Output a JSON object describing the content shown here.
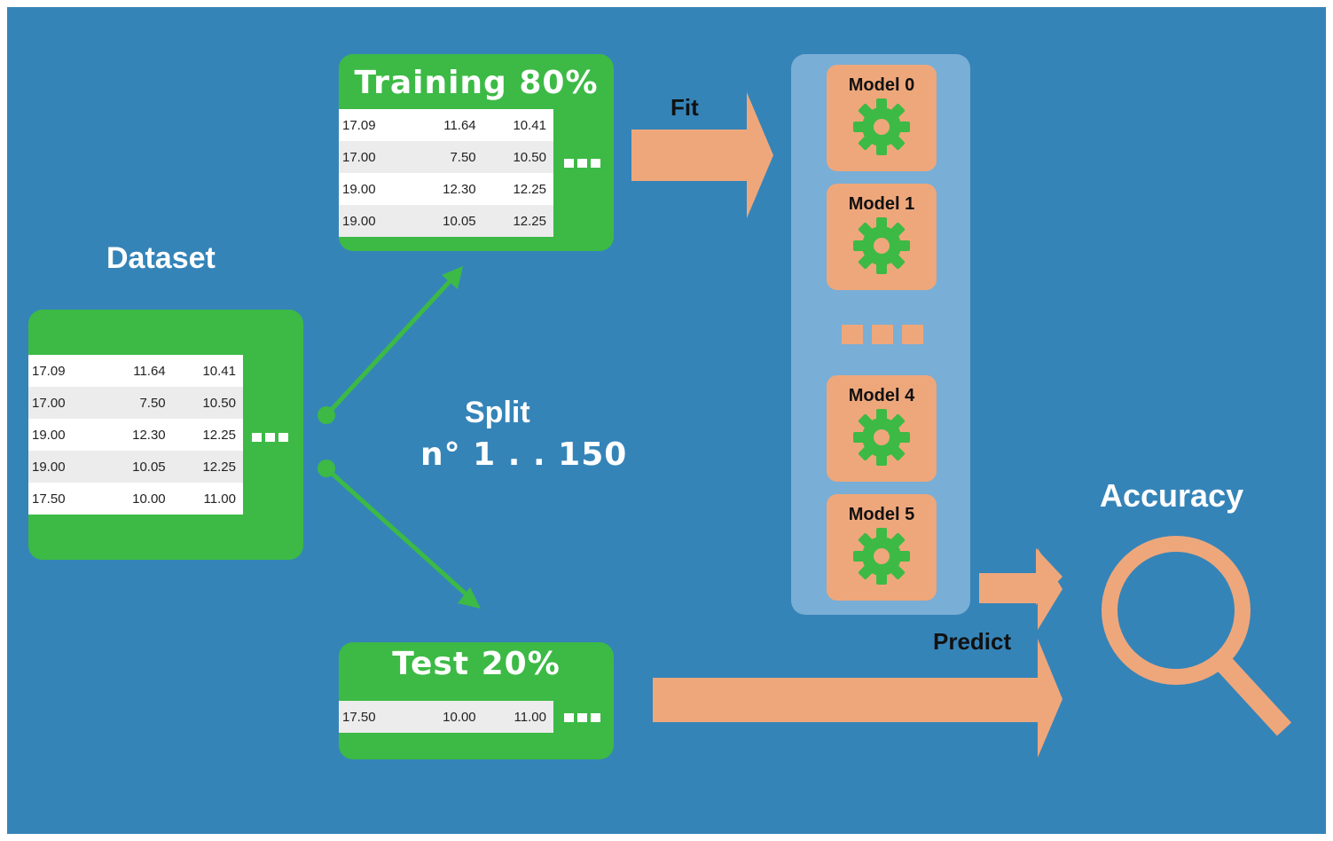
{
  "dataset": {
    "title": "Dataset",
    "rows": [
      [
        "17.09",
        "11.64",
        "10.41"
      ],
      [
        "17.00",
        "7.50",
        "10.50"
      ],
      [
        "19.00",
        "12.30",
        "12.25"
      ],
      [
        "19.00",
        "10.05",
        "12.25"
      ],
      [
        "17.50",
        "10.00",
        "11.00"
      ]
    ]
  },
  "split": {
    "label": "Split",
    "range": "n° 1 . . 150"
  },
  "training": {
    "title": "Training 80%",
    "rows": [
      [
        "17.09",
        "11.64",
        "10.41"
      ],
      [
        "17.00",
        "7.50",
        "10.50"
      ],
      [
        "19.00",
        "12.30",
        "12.25"
      ],
      [
        "19.00",
        "10.05",
        "12.25"
      ]
    ]
  },
  "test": {
    "title": "Test 20%",
    "rows": [
      [
        "17.50",
        "10.00",
        "11.00"
      ]
    ]
  },
  "fit_label": "Fit",
  "predict_label": "Predict",
  "accuracy_label": "Accuracy",
  "models": [
    "Model 0",
    "Model 1",
    "Model 4",
    "Model 5"
  ],
  "colors": {
    "background": "#3584b8",
    "green": "#3cba45",
    "orange": "#eea77b",
    "panel": "#79aed6",
    "gear": "#3cba45"
  },
  "icons": {
    "model_icon": "gear-icon",
    "accuracy_icon": "magnifier-icon"
  }
}
